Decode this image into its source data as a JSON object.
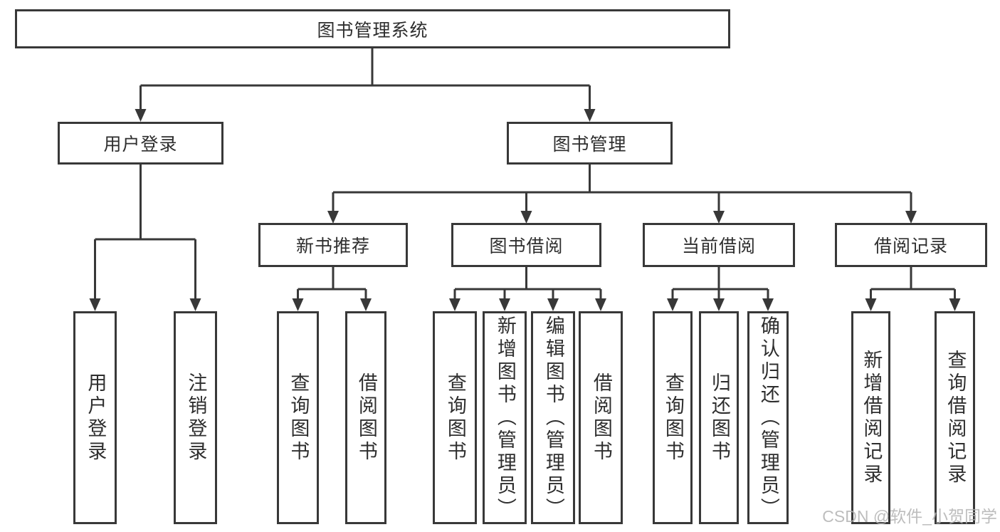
{
  "diagram": {
    "type": "hierarchy-tree",
    "title": "图书管理系统"
  },
  "colors": {
    "line": "#383838",
    "text": "#2e2e2e",
    "background": "#ffffff",
    "watermark": "#b2b2b2"
  },
  "watermark": {
    "text": "CSDN @软件_小贺同学"
  },
  "tree": {
    "label": "图书管理系统",
    "children": [
      {
        "label": "用户登录",
        "children": [
          "用户登录",
          "注销登录"
        ]
      },
      {
        "label": "图书管理",
        "children": [
          {
            "label": "新书推荐",
            "children": [
              "查询图书",
              "借阅图书"
            ]
          },
          {
            "label": "图书借阅",
            "children": [
              "查询图书",
              "新增图书（管理员）",
              "编辑图书（管理员）",
              "借阅图书"
            ]
          },
          {
            "label": "当前借阅",
            "children": [
              "查询图书",
              "归还图书",
              "确认归还（管理员）"
            ]
          },
          {
            "label": "借阅记录",
            "children": [
              "新增借阅记录",
              "查询借阅记录"
            ]
          }
        ]
      }
    ]
  }
}
